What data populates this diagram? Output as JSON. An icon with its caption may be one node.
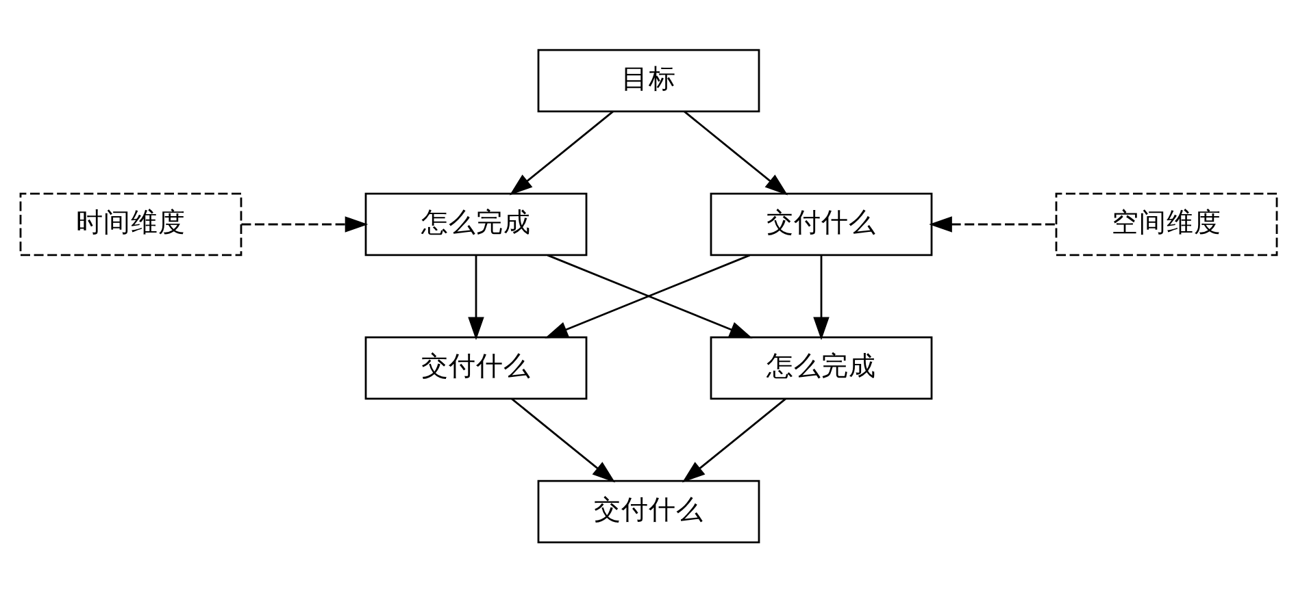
{
  "diagram": {
    "nodes": [
      {
        "text": [
          "目标"
        ]
      },
      {
        "text": [
          "时间维度"
        ]
      },
      {
        "text": [
          "怎么完成"
        ]
      },
      {
        "text": [
          "交付什么"
        ]
      },
      {
        "text": [
          "空间维度"
        ]
      },
      {
        "text": [
          "交付什么"
        ]
      },
      {
        "text": [
          "怎么完成"
        ]
      },
      {
        "text": [
          "交付什么"
        ]
      }
    ],
    "edges": [
      {
        "from": 0,
        "to": 2,
        "arrow": "to"
      },
      {
        "from": 0,
        "to": 3,
        "arrow": "to"
      },
      {
        "from": 1,
        "to": 2,
        "arrow": "to",
        "style": "dashed"
      },
      {
        "from": 4,
        "to": 3,
        "arrow": "to",
        "style": "dashed"
      },
      {
        "from": 2,
        "to": 5,
        "arrow": "to"
      },
      {
        "from": 2,
        "to": 6,
        "arrow": "to"
      },
      {
        "from": 3,
        "to": 5,
        "arrow": "to"
      },
      {
        "from": 3,
        "to": 6,
        "arrow": "to"
      },
      {
        "from": 5,
        "to": 7,
        "arrow": "to"
      },
      {
        "from": 6,
        "to": 7,
        "arrow": "to"
      }
    ]
  }
}
